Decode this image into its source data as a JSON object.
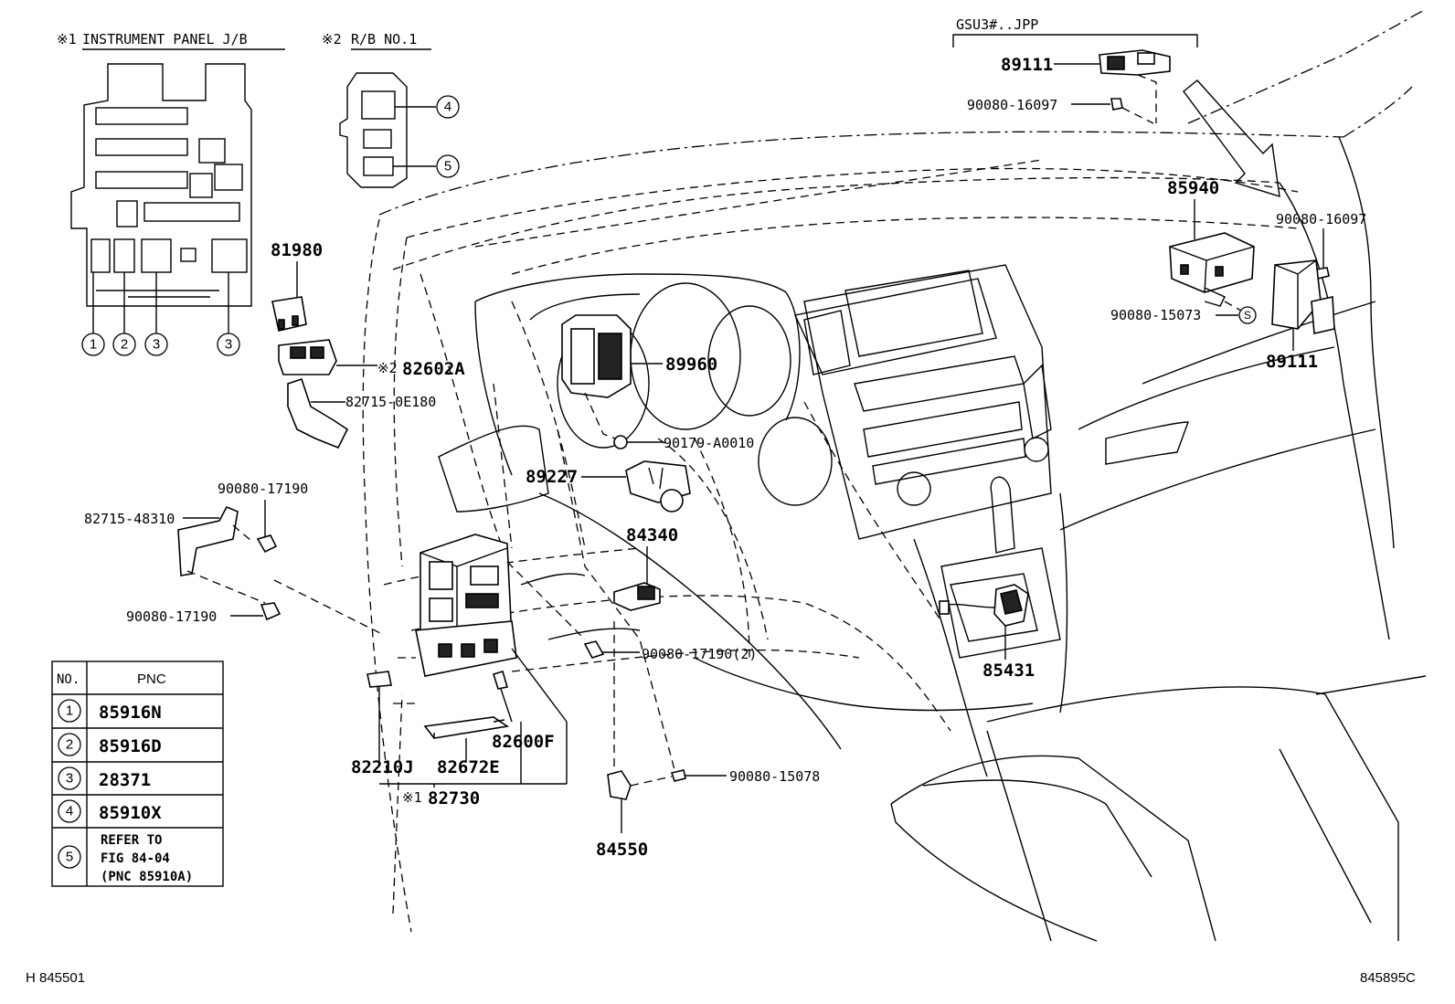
{
  "diagram_code_left": "H 845501",
  "diagram_code_right": "845895C",
  "notes": {
    "note1_mark": "※1",
    "note1_text": "INSTRUMENT PANEL J/B",
    "note2_mark": "※2",
    "note2_text": "R/B NO.1",
    "variant": "GSU3#..JPP"
  },
  "callouts": {
    "c1": "1",
    "c2": "2",
    "c3": "3",
    "c4": "4",
    "c5": "5",
    "s": "S"
  },
  "parts": {
    "p89111_top": "89111",
    "p90080_16097_top": "90080-16097",
    "p85940": "85940",
    "p90080_16097_right": "90080-16097",
    "p90080_15073": "90080-15073",
    "p89111_right": "89111",
    "p81980": "81980",
    "p82602A_mark": "※2",
    "p82602A": "82602A",
    "p82715_0E180": "82715-0E180",
    "p89960": "89960",
    "p90179_A0010": "90179-A0010",
    "p89227": "89227",
    "p90080_17190_a": "90080-17190",
    "p82715_48310": "82715-48310",
    "p84340": "84340",
    "p90080_17190_b": "90080-17190",
    "p90080_17190_c": "90080-17190(2)",
    "p85431": "85431",
    "p82600F": "82600F",
    "p82210J": "82210J",
    "p82672E": "82672E",
    "p82730_mark": "※1",
    "p82730": "82730",
    "p90080_15078": "90080-15078",
    "p84550": "84550"
  },
  "pnc_table": {
    "header_no": "NO.",
    "header_pnc": "PNC",
    "rows": [
      {
        "no": "1",
        "pnc": "85916N"
      },
      {
        "no": "2",
        "pnc": "85916D"
      },
      {
        "no": "3",
        "pnc": "28371"
      },
      {
        "no": "4",
        "pnc": "85910X"
      },
      {
        "no": "5",
        "pnc_line1": "REFER TO",
        "pnc_line2": "FIG 84-04",
        "pnc_line3": "(PNC 85910A)"
      }
    ]
  }
}
